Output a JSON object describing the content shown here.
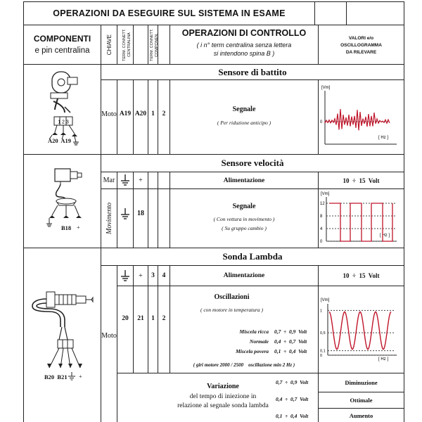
{
  "header": {
    "title": "OPERAZIONI DA ESEGUIRE SUL SISTEMA IN ESAME",
    "col_components_1": "COMPONENTI",
    "col_components_2": "e pin centralina",
    "col_key": "CHIAVE",
    "col_term_cent": "TERM. CONNETT. CENTRALINA",
    "col_term_comp": "TERM. CONNETT. COMPONEN.",
    "col_ops_title": "OPERAZIONI DI CONTROLLO",
    "col_ops_note_1": "( i n° term centralina senza lettera",
    "col_ops_note_2": "si intendono spina B )",
    "col_values_1": "VALORI e/o",
    "col_values_2": "OSCILLOGRAMMA",
    "col_values_3": "DA RILEVARE"
  },
  "sections": {
    "knock": {
      "title": "Sensore di battito",
      "pins": "A20  A19",
      "connector_pins": "1  2  3",
      "row": {
        "key": "Moto",
        "term_cent_a": "A19",
        "term_cent_b": "A20",
        "term_comp_a": "1",
        "term_comp_b": "2",
        "op": "Segnale",
        "op_note": "( Per riduzione anticipo )"
      },
      "scope": {
        "unit_y": "[Vm]",
        "zero": "0",
        "unit_x": "[ Hz ]"
      }
    },
    "speed": {
      "title": "Sensore velocità",
      "pins": "B18",
      "plus": "+",
      "row1": {
        "key": "Mar",
        "term_plus": "+",
        "op": "Alimentazione",
        "value": "10  ÷  15  Volt"
      },
      "row2": {
        "key_vertical": "Movimento",
        "term_cent": "18",
        "op": "Segnale",
        "op_note_1": "( Con vettura in movimento )",
        "op_note_2": "( Su gruppo cambio )"
      },
      "scope": {
        "unit_y": "[Vm]",
        "ticks": [
          "12",
          "8",
          "4",
          "0"
        ],
        "unit_x": "[ Hz ]"
      }
    },
    "lambda": {
      "title": "Sonda Lambda",
      "pins": "B20  B21",
      "plus": "+",
      "row1": {
        "term_plus": "+",
        "term_comp_a": "3",
        "term_comp_b": "4",
        "op": "Alimentazione",
        "value": "10  ÷  15  Volt"
      },
      "row2": {
        "key": "Moto",
        "term_cent_a": "20",
        "term_cent_b": "21",
        "term_comp_a": "1",
        "term_comp_b": "2",
        "op": "Oscillazioni",
        "op_note": "( con motore in temperatura )",
        "mixtures": [
          {
            "label": "Miscela ricca",
            "range": "0,7  ÷  0,9  Volt"
          },
          {
            "label": "Normale",
            "range": "0,4  ÷  0,7  Volt"
          },
          {
            "label": "Miscela povera",
            "range": "0,1  ÷  0,4  Volt"
          }
        ],
        "rpm_note": "( giri motore 2000 / 2500    oscillazione min 2 Hz )"
      },
      "scope": {
        "unit_y": "[Vm]",
        "ticks": [
          "1",
          "0,5",
          "0,1",
          "0"
        ],
        "unit_x": "[ Hz ]"
      },
      "row3": {
        "op_1": "Variazione",
        "op_2": "del tempo di iniezione in",
        "op_3": "relazione al segnale sonda lambda",
        "ranges": [
          "0,7  ÷  0,9  Volt",
          "0,4  ÷  0,7  Volt",
          "0,1  ÷  0,4  Volt"
        ],
        "results": [
          "Diminuzione",
          "Ottimale",
          "Aumento"
        ]
      }
    }
  }
}
